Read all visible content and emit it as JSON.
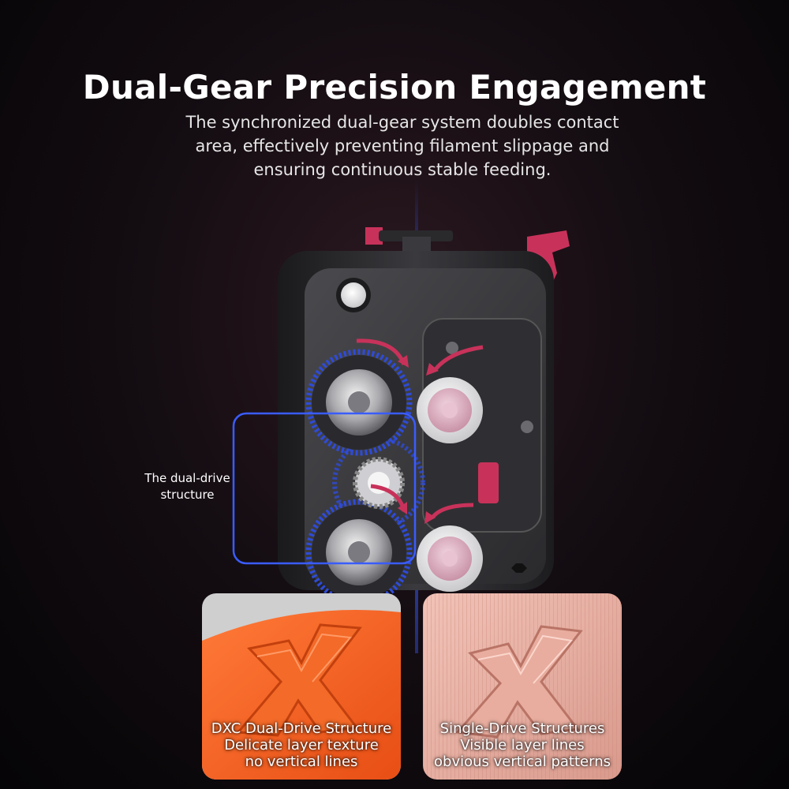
{
  "headline": "Dual-Gear Precision Engagement",
  "subtitle": {
    "lines": [
      "The synchronized dual-gear system doubles contact",
      "area, effectively preventing filament slippage and",
      "ensuring continuous stable feeding."
    ]
  },
  "callout": {
    "lines": [
      "The dual-drive",
      "structure"
    ]
  },
  "comparison": {
    "dual": {
      "lines": [
        "DXC Dual-Drive Structure",
        "Delicate layer texture",
        "no vertical lines"
      ]
    },
    "single": {
      "lines": [
        "Single-Drive Structures",
        "Visible layer lines",
        "obvious vertical patterns"
      ]
    }
  },
  "colors": {
    "accent_pink": "#c8325a",
    "highlight_blue": "#3a5cff",
    "dual_print_orange": "#f05a1e",
    "single_print_pink": "#e3a79a"
  }
}
